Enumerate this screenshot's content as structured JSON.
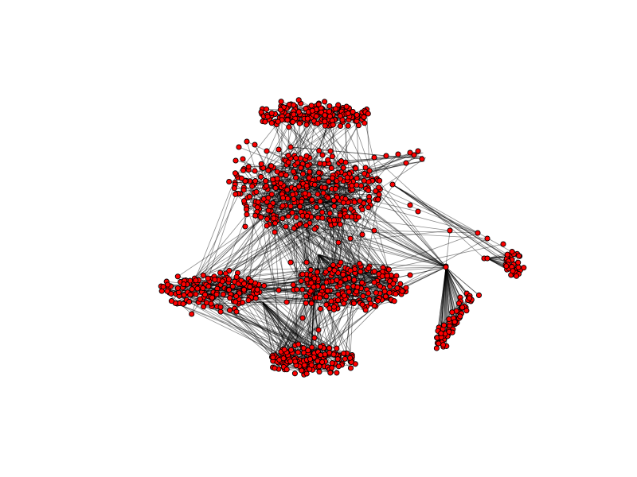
{
  "diagram": {
    "type": "network-graph",
    "background_color": "#ffffff",
    "node_fill_color": "#ff0000",
    "node_stroke_color": "#000000",
    "edge_color": "#000000",
    "edge_opacity": 0.45,
    "clusters": [
      {
        "id": "top-cluster"
      },
      {
        "id": "upper-center-cluster"
      },
      {
        "id": "left-cluster"
      },
      {
        "id": "center-right-cluster"
      },
      {
        "id": "bottom-cluster"
      },
      {
        "id": "right-arc-cluster"
      },
      {
        "id": "far-right-cluster"
      }
    ]
  }
}
